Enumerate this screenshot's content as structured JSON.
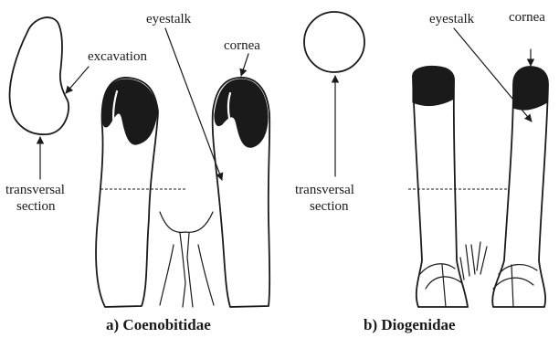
{
  "panel_a": {
    "label_excavation": "excavation",
    "label_eyestalk": "eyestalk",
    "label_cornea": "cornea",
    "label_section_line1": "transversal",
    "label_section_line2": "section",
    "caption": "a)  Coenobitidae"
  },
  "panel_b": {
    "label_eyestalk": "eyestalk",
    "label_cornea": "cornea",
    "label_section_line1": "transversal",
    "label_section_line2": "section",
    "caption": "b)  Diogenidae"
  },
  "colors": {
    "ink": "#1a1a1a",
    "background": "#ffffff"
  }
}
